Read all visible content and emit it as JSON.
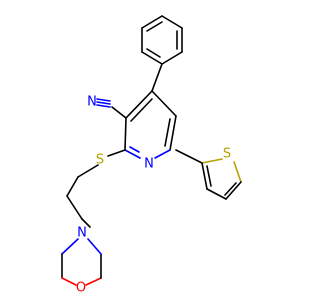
{
  "molecule": {
    "atoms": {
      "nitrile_c": {
        "text": "C",
        "color": "#000000"
      },
      "nitrile_n": {
        "text": "N",
        "color": "#0000ff"
      },
      "pyridine_n": {
        "text": "N",
        "color": "#0000ff"
      },
      "thioether_s": {
        "text": "S",
        "color": "#b8a000"
      },
      "thiophene_s": {
        "text": "S",
        "color": "#b8a000"
      },
      "morpholine_n": {
        "text": "N",
        "color": "#0000ff"
      },
      "morpholine_o": {
        "text": "O",
        "color": "#ff0000"
      }
    }
  }
}
